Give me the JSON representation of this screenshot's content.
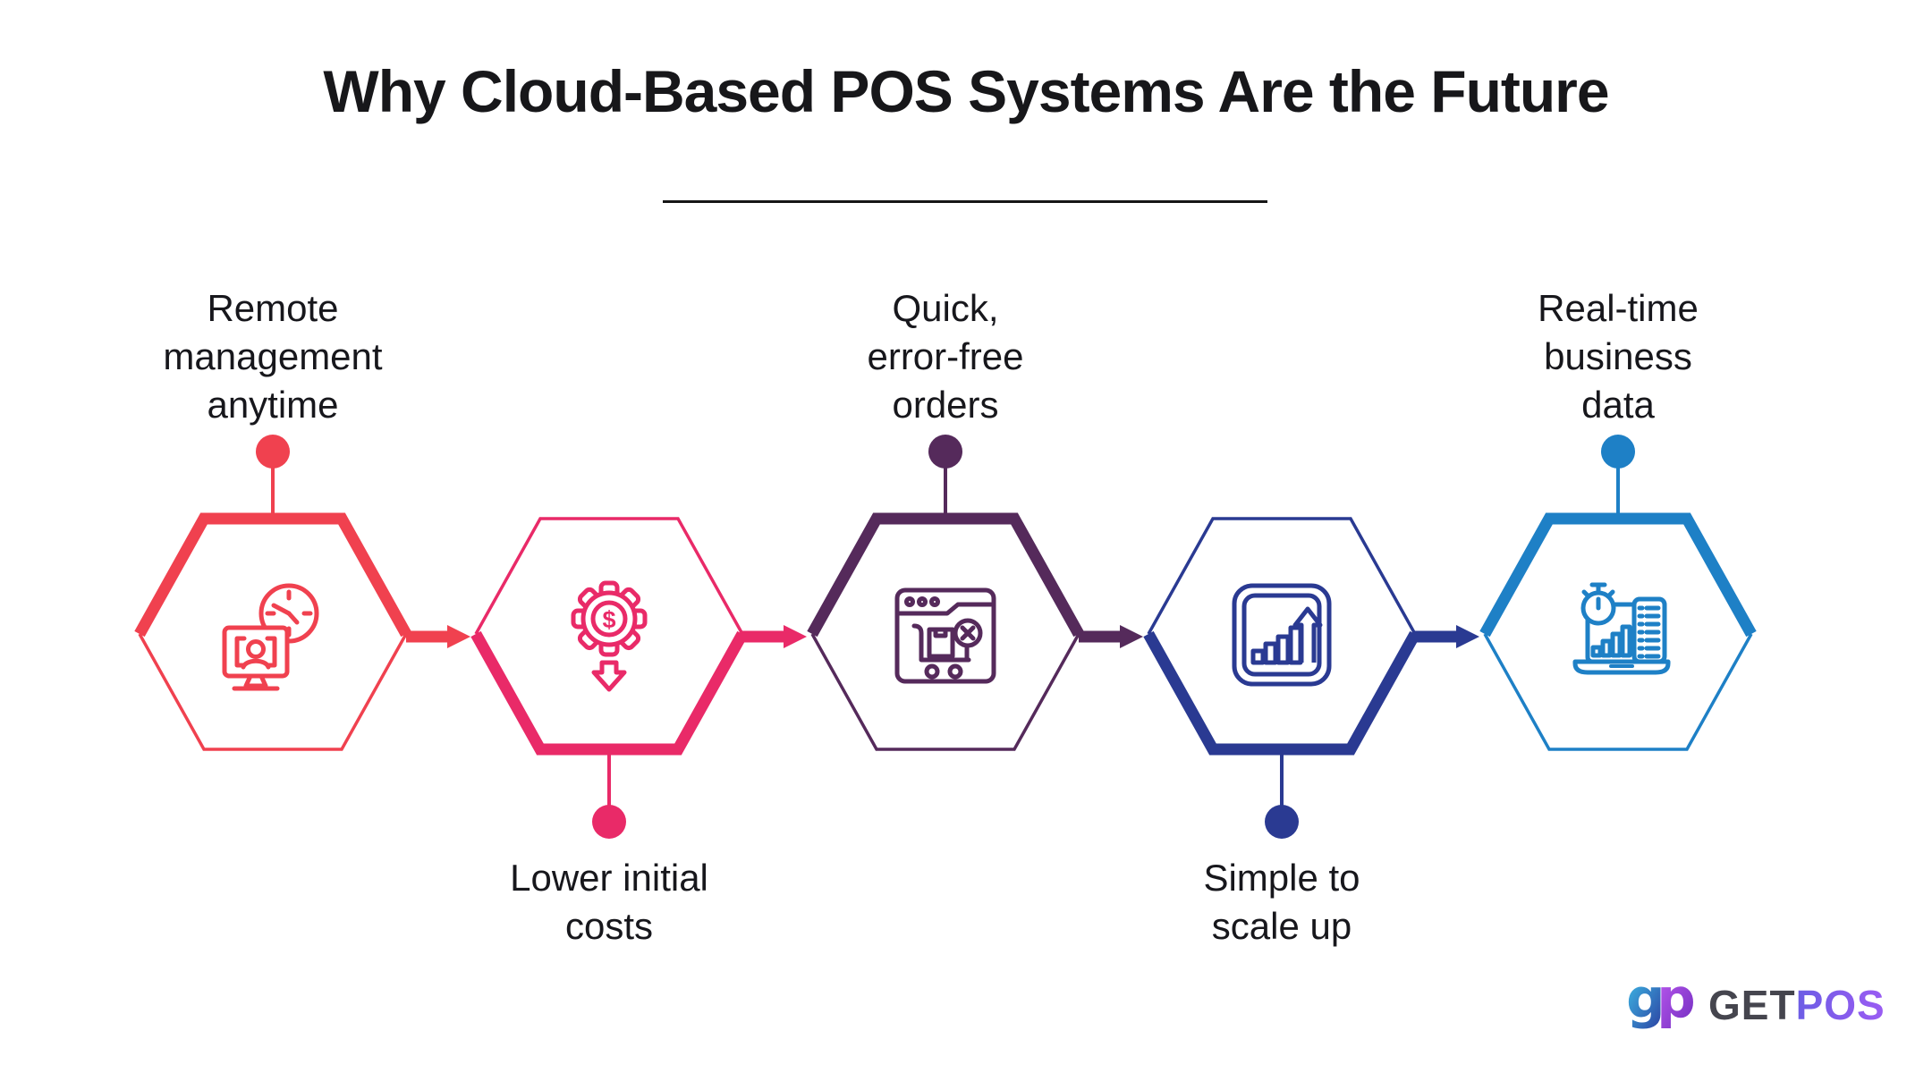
{
  "title": "Why Cloud-Based POS Systems Are the Future",
  "items": [
    {
      "label": "Remote management anytime",
      "label_lines": [
        "Remote",
        "management",
        "anytime"
      ],
      "label_position": "top",
      "color": "#F0414F",
      "icon": "remote-monitor-clock",
      "has_arrow": true
    },
    {
      "label": "Lower initial costs",
      "label_lines": [
        "Lower initial",
        "costs"
      ],
      "label_position": "bottom",
      "color": "#E92A68",
      "icon": "gear-dollar-down-arrow",
      "has_arrow": true
    },
    {
      "label": "Quick, error-free orders",
      "label_lines": [
        "Quick,",
        "error-free",
        "orders"
      ],
      "label_position": "top",
      "color": "#552A5B",
      "icon": "browser-cart-error",
      "has_arrow": true
    },
    {
      "label": "Simple to scale up",
      "label_lines": [
        "Simple to",
        "scale up"
      ],
      "label_position": "bottom",
      "color": "#2A3A92",
      "icon": "growth-chart",
      "has_arrow": true
    },
    {
      "label": "Real-time business data",
      "label_lines": [
        "Real-time",
        "business",
        "data"
      ],
      "label_position": "top",
      "color": "#1E80C6",
      "icon": "laptop-analytics-stopwatch",
      "has_arrow": false
    }
  ],
  "logo": {
    "mark_g": "g",
    "mark_p": "p",
    "get": "GET",
    "pos": "POS",
    "get_color": "#45454E",
    "pos_gradient": [
      "#3E5ED6",
      "#9B5CF3"
    ],
    "mark_g_gradient": [
      "#3FC6EC",
      "#2B3A9E"
    ],
    "mark_p_gradient": [
      "#C05BF2",
      "#6F2DBE"
    ]
  }
}
